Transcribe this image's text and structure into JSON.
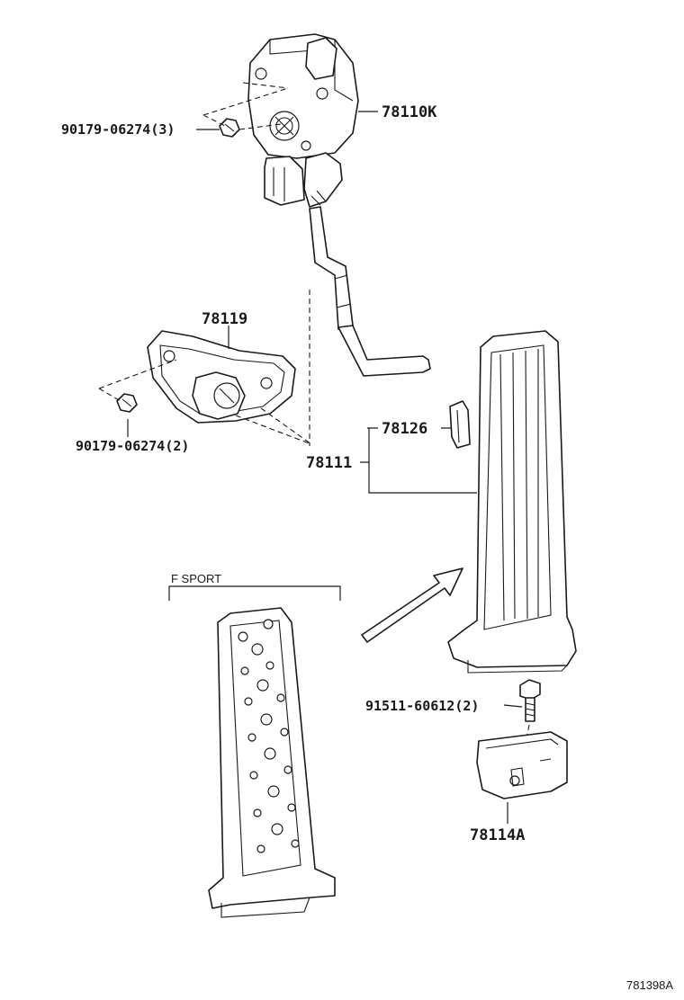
{
  "labels": {
    "sensor_assembly": "78110K",
    "bolt_sensor": "90179-06274(3)",
    "bracket": "78119",
    "bolt_bracket": "90179-06274(2)",
    "clip": "78126",
    "pedal_assembly": "78111",
    "bolt_pedal": "91511-60612(2)",
    "pedal_bracket": "78114A",
    "variant": "F SPORT",
    "diagram_code": "781398A"
  },
  "colors": {
    "line": "#1a1a1a",
    "background": "#ffffff"
  }
}
